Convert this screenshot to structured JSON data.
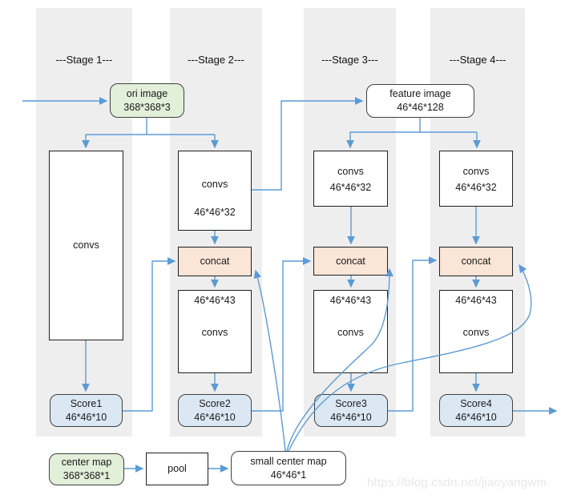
{
  "stages": [
    {
      "label": "---Stage 1---"
    },
    {
      "label": "---Stage 2---"
    },
    {
      "label": "---Stage 3---"
    },
    {
      "label": "---Stage 4---"
    }
  ],
  "nodes": {
    "ori_image": {
      "label": "ori image",
      "size": "368*368*3"
    },
    "feature_image": {
      "label": "feature image",
      "size": "46*46*128"
    },
    "convs1": {
      "label": "convs"
    },
    "convs2": {
      "label": "convs",
      "size": "46*46*32"
    },
    "convs3": {
      "label": "convs",
      "size": "46*46*32"
    },
    "convs4": {
      "label": "convs",
      "size": "46*46*32"
    },
    "concat2": {
      "label": "concat"
    },
    "concat3": {
      "label": "concat"
    },
    "concat4": {
      "label": "concat"
    },
    "conv43_2": {
      "size": "46*46*43",
      "label": "convs"
    },
    "conv43_3": {
      "size": "46*46*43",
      "label": "convs"
    },
    "conv43_4": {
      "size": "46*46*43",
      "label": "convs"
    },
    "score1": {
      "label": "Score1",
      "size": "46*46*10"
    },
    "score2": {
      "label": "Score2",
      "size": "46*46*10"
    },
    "score3": {
      "label": "Score3",
      "size": "46*46*10"
    },
    "score4": {
      "label": "Score4",
      "size": "46*46*10"
    },
    "center_map": {
      "label": "center map",
      "size": "368*368*1"
    },
    "pool": {
      "label": "pool"
    },
    "small_center_map": {
      "label": "small center map",
      "size": "46*46*1"
    }
  },
  "watermark": "https://blog.csdn.net/jiaoyangwm",
  "colors": {
    "connector": "#5b9bd5",
    "stage_band": "#eeeeee",
    "input_node_fill": "#e2efd9",
    "concat_fill": "#fbe5d6",
    "score_fill": "#dbe8f4",
    "plain_fill": "#ffffff"
  }
}
